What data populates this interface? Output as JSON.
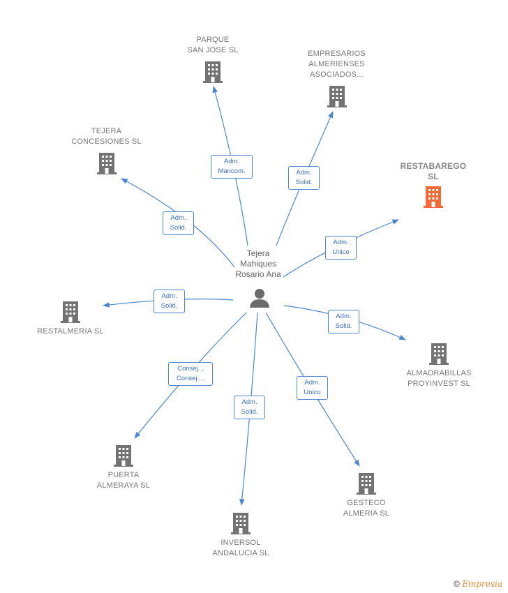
{
  "center_person": {
    "name": "Tejera\nMahiques\nRosario Ana"
  },
  "companies": [
    {
      "id": "parque",
      "name": "PARQUE\nSAN JOSE SL",
      "color": "#777777",
      "highlight": false
    },
    {
      "id": "empresarios",
      "name": "EMPRESARIOS\nALMERIENSES\nASOCIADOS...",
      "color": "#777777",
      "highlight": false
    },
    {
      "id": "restabarego",
      "name": "RESTABAREGO\nSL",
      "color": "#f06a38",
      "highlight": true
    },
    {
      "id": "tejera",
      "name": "TEJERA\nCONCESIONES SL",
      "color": "#777777",
      "highlight": false
    },
    {
      "id": "restalmeria",
      "name": "RESTALMERIA SL",
      "color": "#777777",
      "highlight": false
    },
    {
      "id": "almadrabillas",
      "name": "ALMADRABILLAS\nPROYINVEST SL",
      "color": "#777777",
      "highlight": false
    },
    {
      "id": "puerta",
      "name": "PUERTA\nALMERAYA SL",
      "color": "#777777",
      "highlight": false
    },
    {
      "id": "inversol",
      "name": "INVERSOL\nANDALUCIA SL",
      "color": "#777777",
      "highlight": false
    },
    {
      "id": "gesteco",
      "name": "GESTECO\nALMERIA SL",
      "color": "#777777",
      "highlight": false
    }
  ],
  "roles": [
    {
      "target": "parque",
      "label": "Adm.\nMancom."
    },
    {
      "target": "empresarios",
      "label": "Adm.\nSolid."
    },
    {
      "target": "restabarego",
      "label": "Adm.\nUnico"
    },
    {
      "target": "tejera",
      "label": "Adm.\nSolid."
    },
    {
      "target": "restalmeria",
      "label": "Adm.\nSolid."
    },
    {
      "target": "almadrabillas",
      "label": "Adm.\nSolid."
    },
    {
      "target": "puerta",
      "label": "Consej. ,\nConsej...."
    },
    {
      "target": "inversol",
      "label": "Adm.\nSolid."
    },
    {
      "target": "gesteco",
      "label": "Adm.\nUnico"
    }
  ],
  "edge_color": "#4a86d2",
  "footer": {
    "copyright": "©",
    "brand": "Empresia"
  }
}
